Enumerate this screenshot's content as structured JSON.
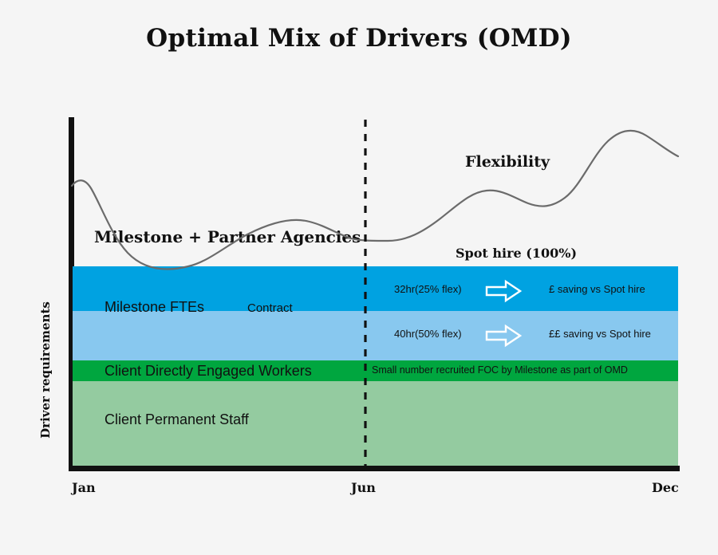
{
  "title": "Optimal Mix of Drivers (OMD)",
  "axes": {
    "y_title": "Driver requirements",
    "x_ticks": [
      "Jan",
      "Jun",
      "Dec"
    ]
  },
  "annotations": {
    "milestone_partner": "Milestone + Partner Agencies",
    "flexibility": "Flexibility",
    "spot_hire": "Spot hire (100%)"
  },
  "bands": [
    {
      "id": "milestone-ftes",
      "label": "Milestone FTEs",
      "secondary_label": "Contract",
      "color": "#00a2e1",
      "right_hours": "32hr(25% flex)",
      "right_saving": "£ saving vs Spot hire",
      "arrow": "right-arrow-icon"
    },
    {
      "id": "contract-flex",
      "label": "",
      "color": "#88c8ef",
      "right_hours": "40hr(50% flex)",
      "right_saving": "££ saving vs Spot hire",
      "arrow": "right-arrow-icon"
    },
    {
      "id": "client-directly-engaged-workers",
      "label": "Client Directly Engaged Workers",
      "color": "#00a63f",
      "note": "Small number recruited FOC by Milestone as part of OMD"
    },
    {
      "id": "client-permanent-staff",
      "label": "Client Permanent Staff",
      "color": "#94cba0"
    }
  ],
  "colors": {
    "background": "#f5f5f5",
    "axis": "#111111",
    "curve": "#6b6b6b",
    "divider": "#111111",
    "milestone_ftes": "#00a2e1",
    "contract_flex": "#88c8ef",
    "client_directly_engaged": "#00a63f",
    "client_permanent": "#94cba0"
  },
  "chart_data": {
    "type": "area",
    "title": "Optimal Mix of Drivers (OMD)",
    "xlabel": "",
    "ylabel": "Driver requirements",
    "x_tick_labels": [
      "Jan",
      "Jun",
      "Dec"
    ],
    "grid": false,
    "legend": "none",
    "divider_label": "Jun",
    "stacked_bands": [
      {
        "name": "Milestone FTEs",
        "color": "#00a2e1",
        "share_pct": 22
      },
      {
        "name": "Contract / flex",
        "color": "#88c8ef",
        "share_pct": 25
      },
      {
        "name": "Client Directly Engaged Workers",
        "color": "#00a63f",
        "share_pct": 10
      },
      {
        "name": "Client Permanent Staff",
        "color": "#94cba0",
        "share_pct": 43
      }
    ],
    "demand_curve": {
      "name": "Driver demand / Flexibility",
      "color": "#6b6b6b",
      "x": [
        "Jan",
        "Feb",
        "Mar",
        "Apr",
        "May",
        "Jun",
        "Jul",
        "Aug",
        "Sep",
        "Oct",
        "Nov",
        "Dec"
      ],
      "y": [
        56,
        60,
        42,
        28,
        33,
        45,
        45,
        50,
        62,
        59,
        78,
        72
      ]
    }
  }
}
